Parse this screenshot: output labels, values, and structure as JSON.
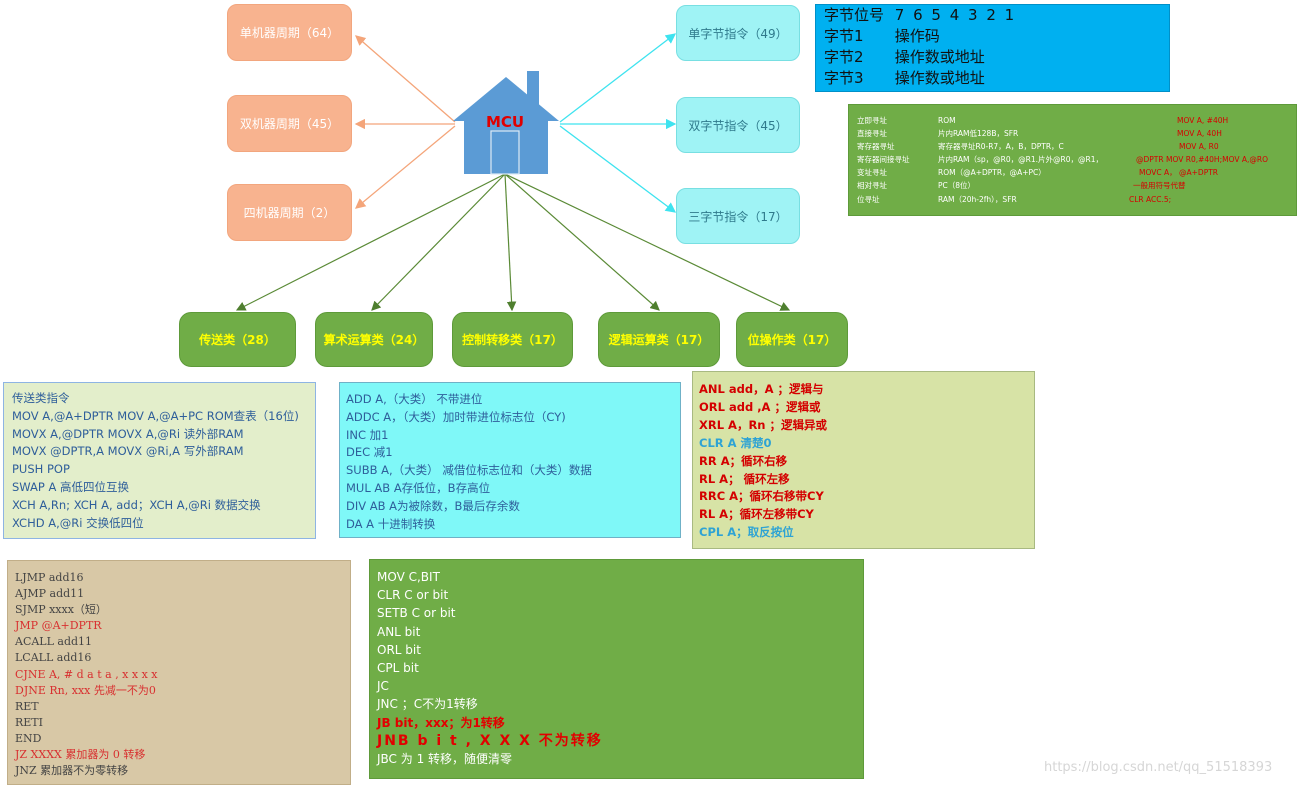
{
  "center": {
    "label": "MCU"
  },
  "cycles": [
    {
      "label": "单机器周期（64）"
    },
    {
      "label": "双机器周期（45）"
    },
    {
      "label": "四机器周期（2）"
    }
  ],
  "instruction_lengths": [
    {
      "label": "单字节指令（49）"
    },
    {
      "label": "双字节指令（45）"
    },
    {
      "label": "三字节指令（17）"
    }
  ],
  "categories": [
    {
      "label": "传送类（28）"
    },
    {
      "label": "算术运算类（24）"
    },
    {
      "label": "控制转移类（17）"
    },
    {
      "label": "逻辑运算类（17）"
    },
    {
      "label": "位操作类（17）"
    }
  ],
  "byte_info": {
    "row0": {
      "key": "字节位号",
      "value": "7 6 5 4 3 2 1"
    },
    "rows": [
      {
        "key": "字节1",
        "value": "操作码"
      },
      {
        "key": "字节2",
        "value": "操作数或地址"
      },
      {
        "key": "字节3",
        "value": "操作数或地址"
      }
    ]
  },
  "addressing": [
    {
      "mode": "立即寻址",
      "space": "ROM",
      "example": "MOV A, #40H"
    },
    {
      "mode": "直接寻址",
      "space": "片内RAM低128B，SFR",
      "example": "MOV A, 40H"
    },
    {
      "mode": "寄存器寻址",
      "space": "寄存器寻址R0-R7，A，B，DPTR，C",
      "example": "MOV A, R0"
    },
    {
      "mode": "寄存器间接寻址",
      "space": "片内RAM（sp，@R0，@R1.片外@R0，@R1，",
      "example": "@DPTR MOV R0,#40H;MOV A,@RO"
    },
    {
      "mode": "变址寻址",
      "space": "ROM（@A+DPTR，@A+PC）",
      "example": "MOVC A， @A+DPTR"
    },
    {
      "mode": "相对寻址",
      "space": "PC（8位）",
      "example": "一般用符号代替"
    },
    {
      "mode": "位寻址",
      "space": "RAM（20h-2fh），SFR",
      "example": "CLR ACC.5;"
    }
  ],
  "transfer_panel": [
    "传送类指令",
    "MOV A,@A+DPTR  MOV A,@A+PC  ROM查表（16位)",
    "MOVX A,@DPTR  MOVX A,@Ri  读外部RAM",
    "MOVX @DPTR,A  MOVX @Ri,A  写外部RAM",
    "PUSH POP",
    "SWAP A  高低四位互换",
    "XCH A,Rn; XCH A, add；XCH A,@Ri  数据交换",
    "XCHD A,@Ri  交换低四位"
  ],
  "arith_panel": [
    "ADD A,（大类）  不带进位",
    "ADDC A，（大类）加时带进位标志位（CY)",
    "INC     加1",
    "DEC    减1",
    "SUBB A,（大类）  减借位标志位和（大类）数据",
    "MUL    AB     A存低位，B存高位",
    "DIV AB        A为被除数，B最后存余数",
    "DA A     十进制转换"
  ],
  "logic_panel": [
    {
      "text": "ANL add，A  ；逻辑与",
      "color": "red"
    },
    {
      "text": "ORL add ,A    ；逻辑或",
      "color": "red"
    },
    {
      "text": "XRL A，Rn  ；逻辑异或",
      "color": "red"
    },
    {
      "text": "CLR A    清楚0",
      "color": "blue"
    },
    {
      "text": "RR     A；循环右移",
      "color": "red"
    },
    {
      "text": "RL  A；    循环左移",
      "color": "red"
    },
    {
      "text": "RRC A；循环右移带CY",
      "color": "red"
    },
    {
      "text": "RL  A；循环左移带CY",
      "color": "red"
    },
    {
      "text": "CPL A；取反按位",
      "color": "blue"
    }
  ],
  "jump_panel": [
    {
      "text": "LJMP add16",
      "color": "dark"
    },
    {
      "text": "AJMP  add11",
      "color": "dark"
    },
    {
      "text": "SJMP xxxx（短）",
      "color": "dark"
    },
    {
      "text": "JMP  @A+DPTR",
      "color": "red"
    },
    {
      "text": "ACALL add11",
      "color": "dark"
    },
    {
      "text": "LCALL  add16",
      "color": "dark"
    },
    {
      "text": "CJNE  A, # d a t a , x x x x",
      "color": "red"
    },
    {
      "text": "DJNE Rn, xxx  先减一不为0",
      "color": "red"
    },
    {
      "text": "RET",
      "color": "dark"
    },
    {
      "text": "RETI",
      "color": "dark"
    },
    {
      "text": "END",
      "color": "dark"
    },
    {
      "text": "JZ XXXX     累加器为 0 转移",
      "color": "red"
    },
    {
      "text": "JNZ  累加器不为零转移",
      "color": "dark"
    }
  ],
  "bit_panel": [
    {
      "text": "MOV C,BIT",
      "style": "normal"
    },
    {
      "text": "CLR C  or bit",
      "style": "normal"
    },
    {
      "text": "SETB C  or  bit",
      "style": "normal"
    },
    {
      "text": "ANL  bit",
      "style": "normal"
    },
    {
      "text": "ORL bit",
      "style": "normal"
    },
    {
      "text": "CPL  bit",
      "style": "normal"
    },
    {
      "text": "JC",
      "style": "normal"
    },
    {
      "text": "JNC  ；C不为1转移",
      "style": "normal"
    },
    {
      "text": "JB  bit，xxx；为1转移",
      "style": "red"
    },
    {
      "text": "JNB    b i t , X X X 不为转移",
      "style": "red-big"
    },
    {
      "text": "JBC     为 1 转移，随便清零",
      "style": "normal"
    }
  ],
  "watermark": "https://blog.csdn.net/qq_51518393",
  "colors": {
    "orange_arrow": "#f4a57a",
    "cyan_arrow": "#3ee3ef",
    "green_arrow": "#5a8a36",
    "house": "#5b9bd5"
  }
}
